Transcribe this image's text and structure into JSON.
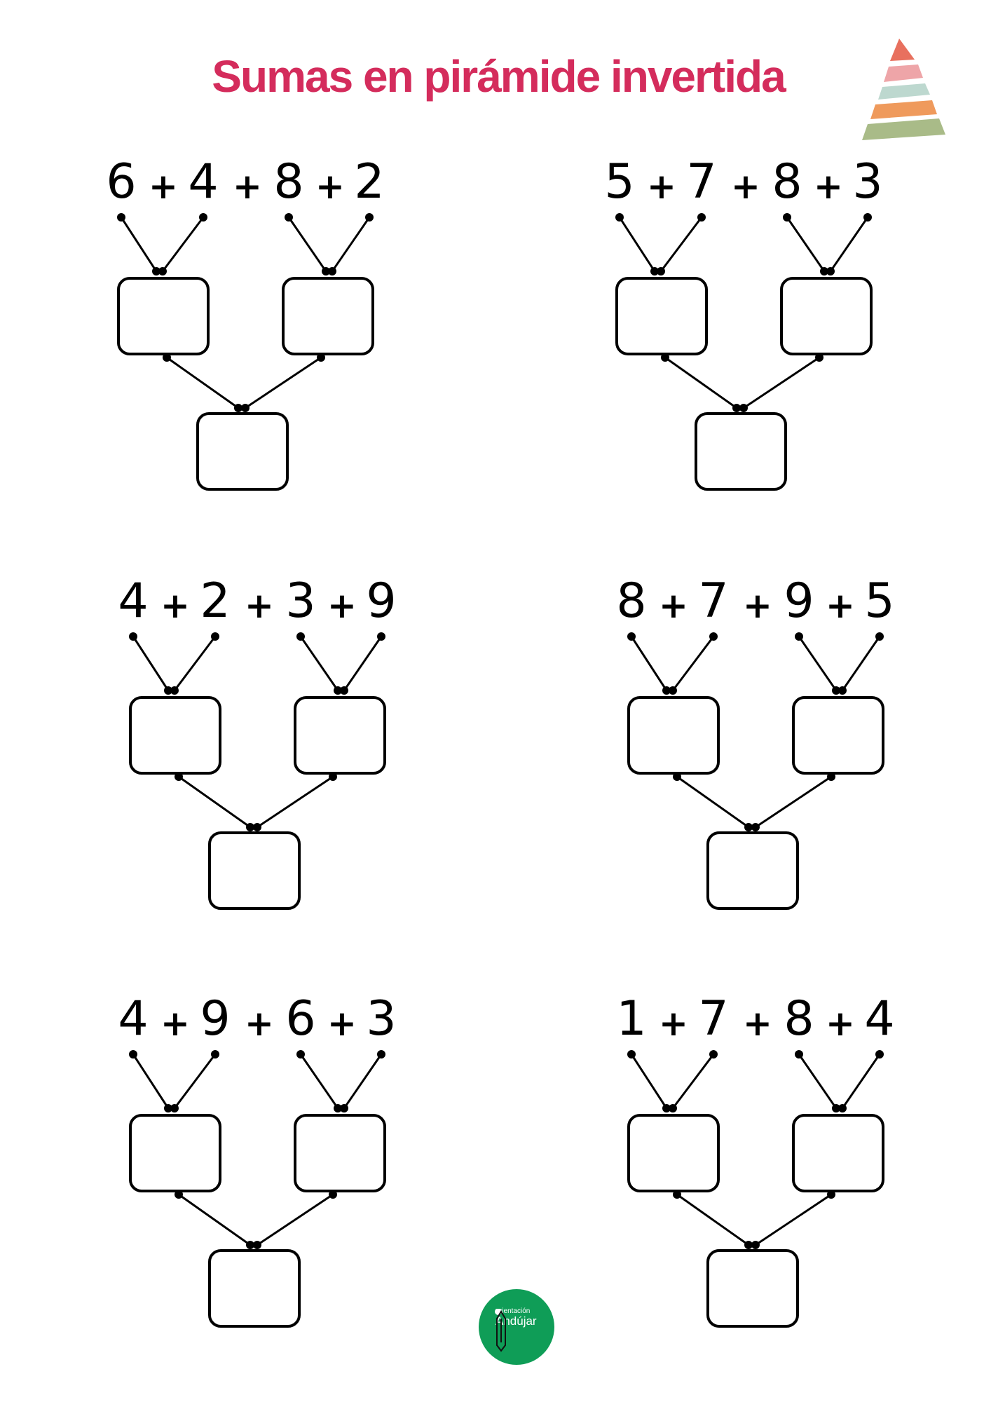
{
  "title": "Sumas en pirámide invertida",
  "puzzles": [
    {
      "numbers": [
        "6",
        "4",
        "8",
        "2"
      ]
    },
    {
      "numbers": [
        "5",
        "7",
        "8",
        "3"
      ]
    },
    {
      "numbers": [
        "4",
        "2",
        "3",
        "9"
      ]
    },
    {
      "numbers": [
        "8",
        "7",
        "9",
        "5"
      ]
    },
    {
      "numbers": [
        "4",
        "9",
        "6",
        "3"
      ]
    },
    {
      "numbers": [
        "1",
        "7",
        "8",
        "4"
      ]
    }
  ],
  "operator": "+",
  "logo": {
    "line1": "rientación",
    "line2": "Andújar"
  },
  "colors": {
    "title": "#d42c5c",
    "logo_bg": "#0f9d57",
    "pyramid": [
      "#e8705e",
      "#eea5a8",
      "#bdd8cf",
      "#ef9a5c",
      "#a9bb88"
    ]
  }
}
